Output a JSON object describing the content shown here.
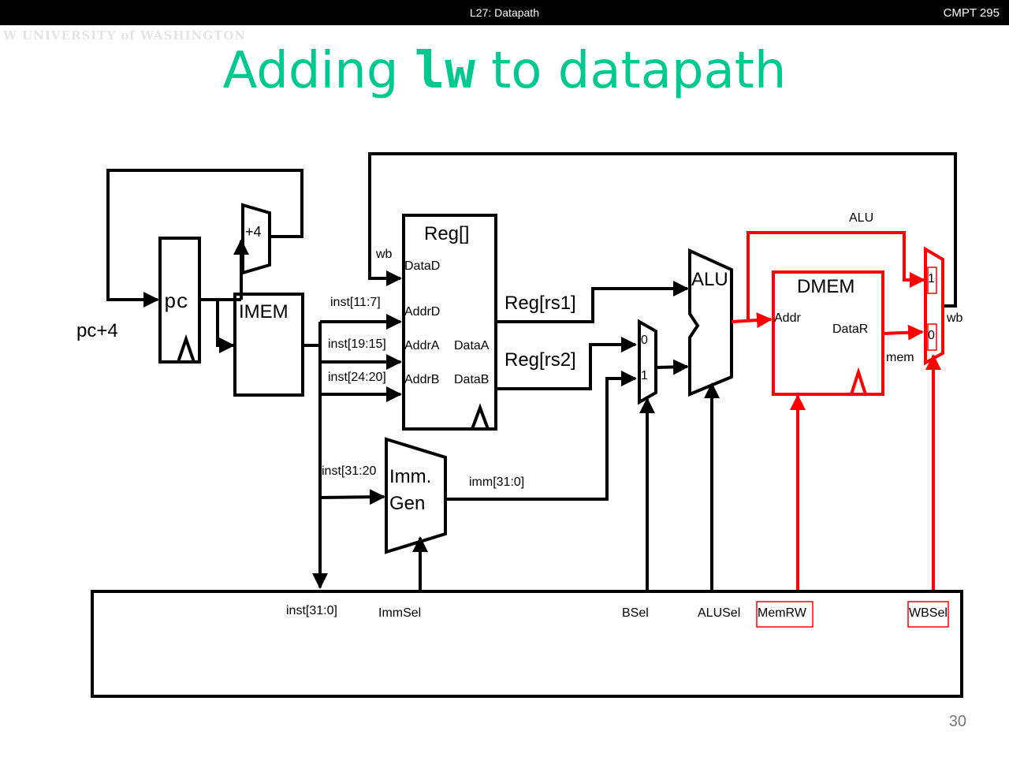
{
  "header": {
    "lecture_title": "L27: Datapath",
    "course": "CMPT 295",
    "logo_text": "W UNIVERSITY of WASHINGTON"
  },
  "slide": {
    "title_prefix": "Adding ",
    "title_code": "lw",
    "title_suffix": " to datapath",
    "page_number": "30"
  },
  "colors": {
    "title": "#00c98f",
    "highlight": "#ff0000",
    "wire": "#000000"
  },
  "diagram": {
    "pc_plus4_label": "pc+4",
    "pc_label": "pc",
    "adder_label": "+4",
    "imem_label": "IMEM",
    "reg_label": "Reg[]",
    "reg_ports": {
      "datad": "DataD",
      "addrd": "AddrD",
      "addra": "AddrA",
      "addrb": "AddrB",
      "dataa": "DataA",
      "datab": "DataB"
    },
    "wires": {
      "wb_in": "wb",
      "inst_11_7": "inst[11:7]",
      "inst_19_15": "inst[19:15]",
      "inst_24_20": "inst[24:20]",
      "inst_31_20": "inst[31:20",
      "inst_31_0": "inst[31:0]",
      "reg_rs1": "Reg[rs1]",
      "reg_rs2": "Reg[rs2]",
      "imm_31_0": "imm[31:0]",
      "alu_bypass": "ALU",
      "mem": "mem",
      "wb_out": "wb"
    },
    "immgen_line1": "Imm.",
    "immgen_line2": "Gen",
    "bmux_in0": "0",
    "bmux_in1": "1",
    "alu_label": "ALU",
    "dmem_label": "DMEM",
    "dmem_addr": "Addr",
    "dmem_datar": "DataR",
    "wbmux_in1": "1",
    "wbmux_in0": "0",
    "control": {
      "immsel": "ImmSel",
      "bsel": "BSel",
      "alusel": "ALUSel",
      "memrw": "MemRW",
      "wbsel": "WBSel"
    }
  }
}
